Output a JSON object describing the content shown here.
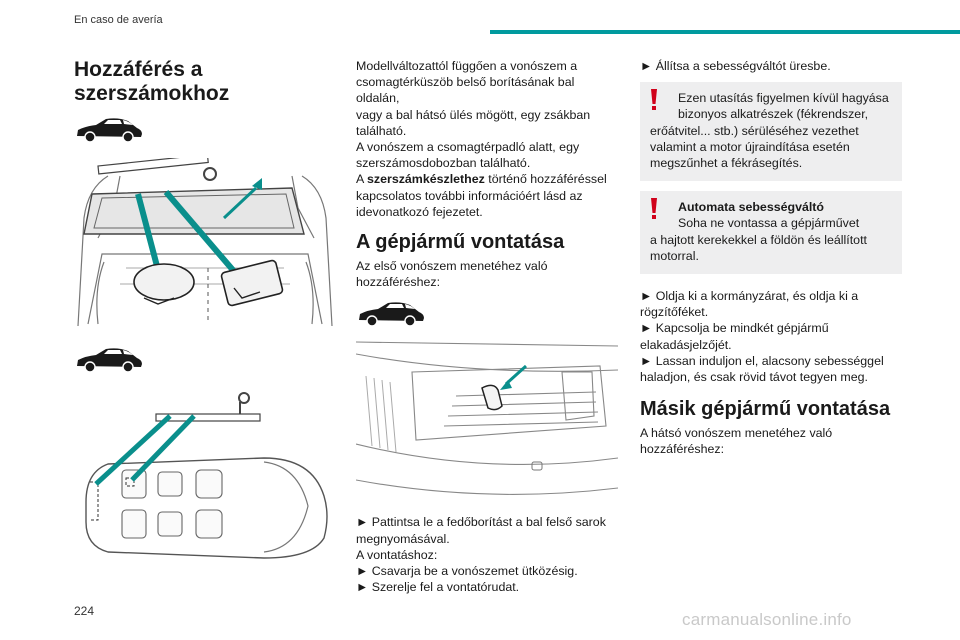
{
  "header": {
    "section": "En caso de avería"
  },
  "colors": {
    "accent": "#009a9e",
    "warning": "#d0021b",
    "box_bg": "#eeeeef"
  },
  "col1": {
    "title_line1": "Hozzáférés a",
    "title_line2": "szerszámokhoz",
    "icons": [
      "suv-car-icon",
      "suv-car-icon"
    ]
  },
  "col2": {
    "p1": [
      "Modellváltozattól függően a vonószem a",
      "csomagtérküszöb belső borításának bal oldalán,",
      "vagy a bal hátsó ülés mögött, egy zsákban",
      "található."
    ],
    "p2": [
      "A vonószem a csomagtérpadló alatt, egy",
      "szerszámosdobozban található."
    ],
    "p3_pre": "A ",
    "p3_bold": "szerszámkészlethez",
    "p3_post": " történő hozzáféréssel",
    "p3_rest": [
      "kapcsolatos további információért lásd az",
      "idevonatkozó fejezetet."
    ],
    "heading": "A gépjármű vontatása",
    "intro": [
      "Az első vonószem menetéhez való",
      "hozzáféréshez:"
    ],
    "bullet1_a": "► Pattintsa le a fedőborítást a bal felső sarok",
    "bullet1_b": "megnyomásával.",
    "towing_label": "A vontatáshoz:",
    "bullet2": "► Csavarja be a vonószemet ütközésig.",
    "bullet3": "► Szerelje fel a vontatórudat."
  },
  "col3": {
    "bullet1": "► Állítsa a sebességváltót üresbe.",
    "warn1": {
      "first": "Ezen utasítás figyelmen kívül hagyása",
      "second": "bizonyos alkatrészek (fékrendszer,",
      "rest": [
        "erőátvitel... stb.) sérüléséhez vezethet",
        "valamint a motor újraindítása esetén",
        "megszűnhet a fékrásegítés."
      ]
    },
    "warn2": {
      "title": "Automata sebességváltó",
      "second": "Soha ne vontassa a gépjárművet",
      "rest": [
        "a hajtott kerekekkel a földön és leállított",
        "motorral."
      ]
    },
    "b2a": "► Oldja ki a kormányzárat, és oldja ki a",
    "b2b": "rögzítőféket.",
    "b3a": "► Kapcsolja be mindkét gépjármű",
    "b3b": "elakadásjelzőjét.",
    "b4a": "► Lassan induljon el, alacsony sebességgel",
    "b4b": "haladjon, és csak rövid távot tegyen meg.",
    "heading": "Másik gépjármű vontatása",
    "intro": [
      "A hátsó vonószem menetéhez való",
      "hozzáféréshez:"
    ]
  },
  "footer": {
    "page_number": "224",
    "watermark": "carmanualsonline.info"
  }
}
